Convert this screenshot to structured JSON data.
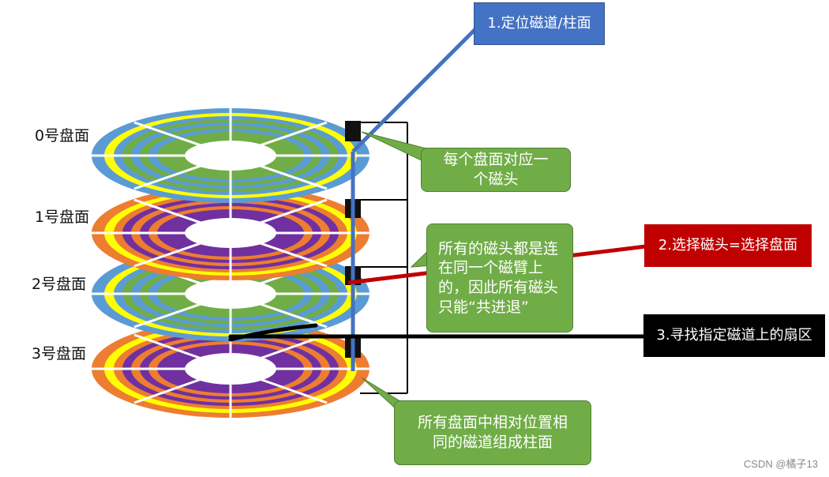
{
  "platters": [
    {
      "label": "0号盘面"
    },
    {
      "label": "1号盘面"
    },
    {
      "label": "2号盘面"
    },
    {
      "label": "3号盘面"
    }
  ],
  "notes": {
    "head_per_platter": "每个盘面对应一个磁头",
    "heads_on_arm": "所有的磁头都是连在同一个磁臂上的，因此所有磁头只能“共进退”",
    "cylinder": "所有盘面中相对位置相同的磁道组成柱面"
  },
  "steps": {
    "step1": "1.定位磁道/柱面",
    "step2": "2.选择磁头=选择盘面",
    "step3": "3.寻找指定磁道上的扇区"
  },
  "colors": {
    "step1_bg": "#4472c4",
    "step2_bg": "#c00000",
    "step3_bg": "#000000",
    "note_bg": "#70ad47",
    "blue_ring": "#5b9bd5",
    "yellow_ring": "#ffff00",
    "green_ring": "#70ad47",
    "orange_ring": "#ed7d31",
    "purple_ring": "#7030a0"
  },
  "watermark": "CSDN @橘子13"
}
